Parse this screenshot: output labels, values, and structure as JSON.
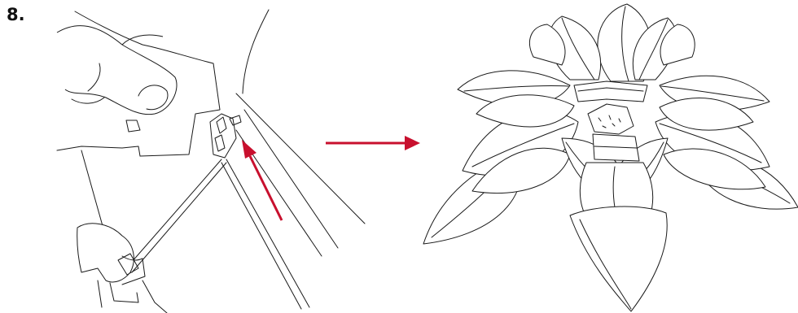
{
  "step": {
    "number": "8."
  },
  "colors": {
    "arrow": "#c8102e",
    "line": "#1a1a1a",
    "background": "#ffffff"
  },
  "illustrations": [
    {
      "name": "folding-hand-step",
      "icon": "hands-folding-paper-icon"
    },
    {
      "name": "direction-arrow",
      "icon": "arrow-right-icon"
    },
    {
      "name": "finished-lotus",
      "icon": "paper-lotus-flower-icon"
    }
  ]
}
